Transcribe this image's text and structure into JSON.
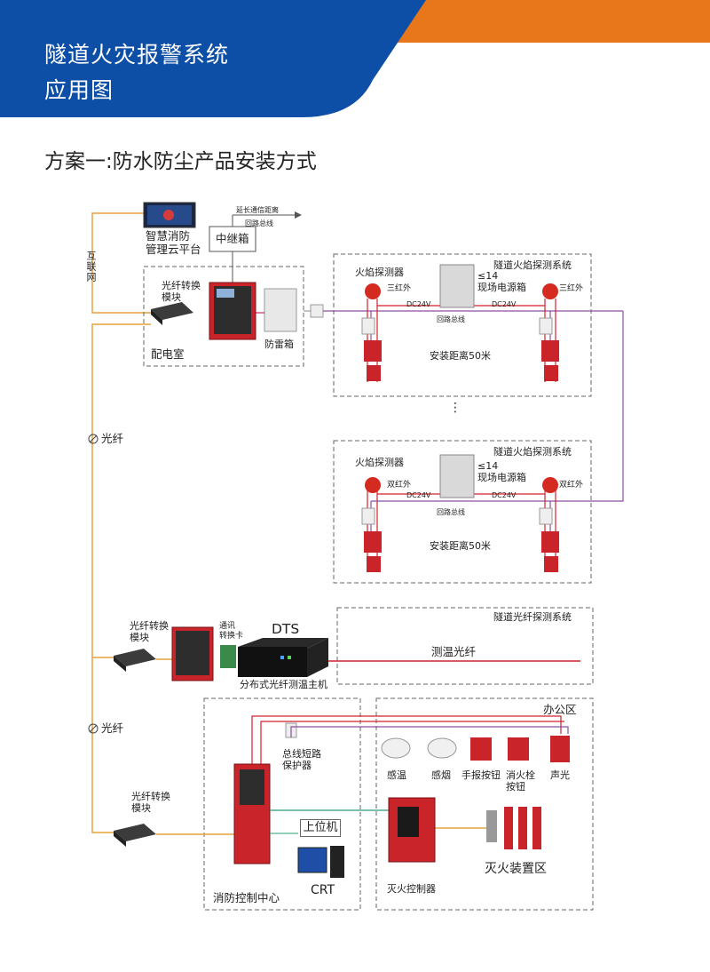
{
  "header": {
    "title_line1": "隧道火灾报警系统",
    "title_line2": "应用图",
    "colors": {
      "blue": "#0d4ea6",
      "orange": "#e8771c"
    }
  },
  "scheme_title": "方案一:防水防尘产品安装方式",
  "top": {
    "cloud_platform": "智慧消防\n管理云平台",
    "internet": "互联网",
    "repeater": "中继箱",
    "extend_label": "延长通信距离",
    "loop_bus": "回路总线"
  },
  "power_room": {
    "fiber_module": "光纤转换\n模块",
    "name": "配电室",
    "lightning_box": "防雷箱"
  },
  "flame_system": {
    "name": "隧道火焰探测系统",
    "detector": "火焰探测器",
    "triple_ir": "三红外",
    "dual_ir": "双红外",
    "power_count": "≤14",
    "power_box": "现场电源箱",
    "dc": "DC24V",
    "loop_bus": "回路总线",
    "distance": "安装距离50米",
    "ellipsis": "⋮"
  },
  "fiber_label": "光纤",
  "dts_row": {
    "fiber_module": "光纤转换\n模块",
    "comm_card": "通讯\n转换卡",
    "dts": "DTS",
    "dts_host": "分布式光纤测温主机",
    "system": "隧道光纤探测系统",
    "fiber_sensing": "测温光纤"
  },
  "control_center": {
    "fiber_module": "光纤转换\n模块",
    "protector": "总线短路\n保护器",
    "upper_pc": "上位机",
    "crt": "CRT",
    "name": "消防控制中心"
  },
  "office": {
    "name": "办公区",
    "devices": [
      "感温",
      "感烟",
      "手报按钮",
      "消火栓\n按钮",
      "声光"
    ],
    "extinguish_controller": "灭火控制器",
    "extinguish_area": "灭火装置区"
  }
}
